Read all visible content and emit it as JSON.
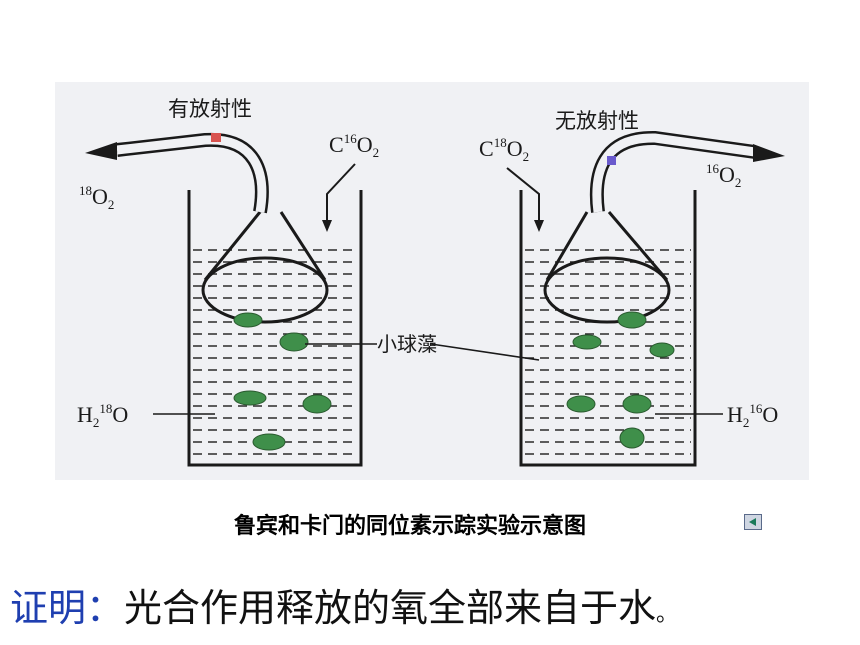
{
  "diagram": {
    "left": {
      "tube_label": "有放射性",
      "gas_out": {
        "base": "O",
        "mass": "18",
        "sub": "2"
      },
      "gas_in": {
        "pre": "C",
        "mass": "16",
        "base": "O",
        "sub": "2"
      },
      "water": {
        "pre": "H",
        "sub": "2",
        "mass": "18",
        "base": "O"
      }
    },
    "right": {
      "tube_label": "无放射性",
      "gas_out": {
        "base": "O",
        "mass": "16",
        "sub": "2"
      },
      "gas_in": {
        "pre": "C",
        "mass": "18",
        "base": "O",
        "sub": "2"
      },
      "water": {
        "pre": "H",
        "sub": "2",
        "mass": "16",
        "base": "O"
      }
    },
    "algae_label": "小球藻"
  },
  "caption": "鲁宾和卡门的同位素示踪实验示意图",
  "conclusion": {
    "label": "证明：",
    "text": "光合作用释放的氧全部来自于水",
    "end": "。"
  },
  "colors": {
    "conclusion_label": "#1f3fb0",
    "algae": "#3f8f4a",
    "tube_marker_left": "#d9534f",
    "tube_marker_right": "#6a5acd"
  }
}
